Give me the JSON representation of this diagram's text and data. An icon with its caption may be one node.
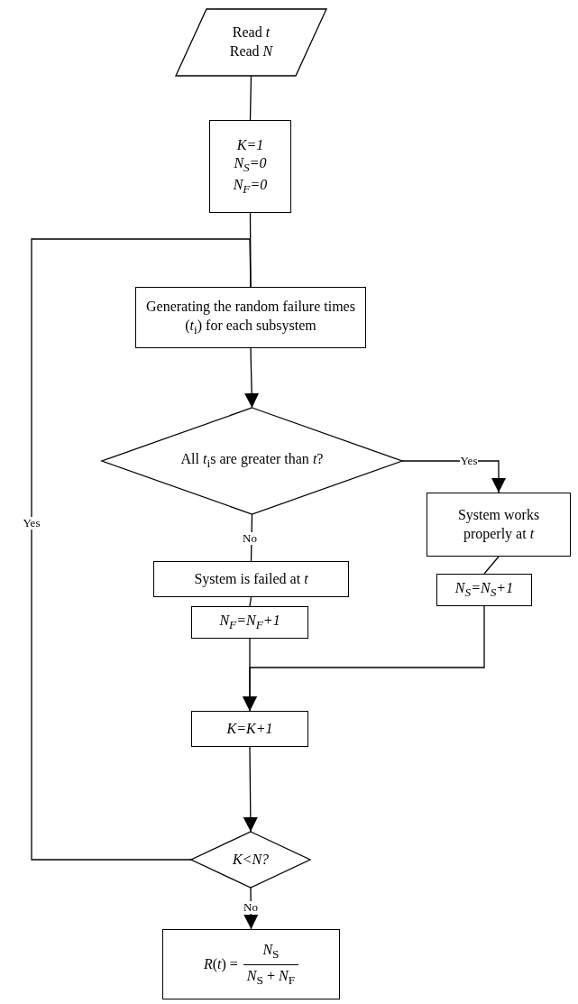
{
  "diagram": {
    "nodes": [
      {
        "text": [
          "Read *t*",
          "Read *N*"
        ]
      },
      {
        "text": [
          "K=1",
          "N$_{S}$=0",
          "N$_{F}$=0"
        ]
      },
      {
        "text": [
          "Generating the random failure times (*t*$_{i}$) for each subsystem"
        ]
      },
      {
        "text": [
          "All *t*$_{i}$s are greater than *t*?"
        ]
      },
      {
        "text": [
          "System works properly at *t*"
        ]
      },
      {
        "text": [
          "System is failed at *t*"
        ]
      },
      {
        "text": [
          "N$_{S}$=N$_{S}$+1"
        ]
      },
      {
        "text": [
          "N$_{F}$=N$_{F}$+1"
        ]
      },
      {
        "text": [
          "K=K+1"
        ]
      },
      {
        "text": [
          "K<N?"
        ]
      },
      {
        "text": [
          "*R*(*t*) =",
          "*N*$_{S}$",
          "*N*$_{S}$ + *N*$_{F}$"
        ]
      }
    ],
    "edges": [
      {
        "from": 0,
        "to": 1,
        "arrow": "none"
      },
      {
        "from": 1,
        "to": 2,
        "arrow": "none"
      },
      {
        "from": 2,
        "to": 3,
        "arrow": "to"
      },
      {
        "from": 3,
        "to": 4,
        "arrow": "to",
        "label": "Yes"
      },
      {
        "from": 3,
        "to": 5,
        "arrow": "none",
        "label": "No"
      },
      {
        "from": 4,
        "to": 6,
        "arrow": "none"
      },
      {
        "from": 5,
        "to": 7,
        "arrow": "none"
      },
      {
        "from": 7,
        "to": 8,
        "arrow": "to"
      },
      {
        "from": 6,
        "to": 8,
        "arrow": "to"
      },
      {
        "from": 8,
        "to": 9,
        "arrow": "to"
      },
      {
        "from": 9,
        "to": 2,
        "arrow": "none",
        "label": "Yes"
      },
      {
        "from": 9,
        "to": 10,
        "arrow": "to",
        "label": "No"
      }
    ]
  }
}
